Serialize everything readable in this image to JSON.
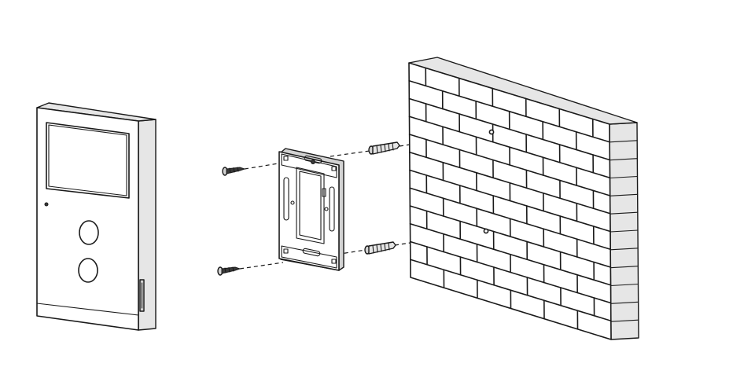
{
  "diagram": {
    "components": [
      {
        "id": "indoor-monitor",
        "icon": "intercom-monitor-icon"
      },
      {
        "id": "mounting-bracket",
        "icon": "bracket-plate-icon"
      },
      {
        "id": "screws",
        "icon": "screw-icon",
        "count": 2
      },
      {
        "id": "wall-anchors",
        "icon": "wall-anchor-icon",
        "count": 2
      },
      {
        "id": "brick-wall",
        "icon": "brick-wall-icon"
      }
    ],
    "colors": {
      "line": "#1a1a1a",
      "background": "#ffffff",
      "shade": "#e6e6e6"
    }
  }
}
